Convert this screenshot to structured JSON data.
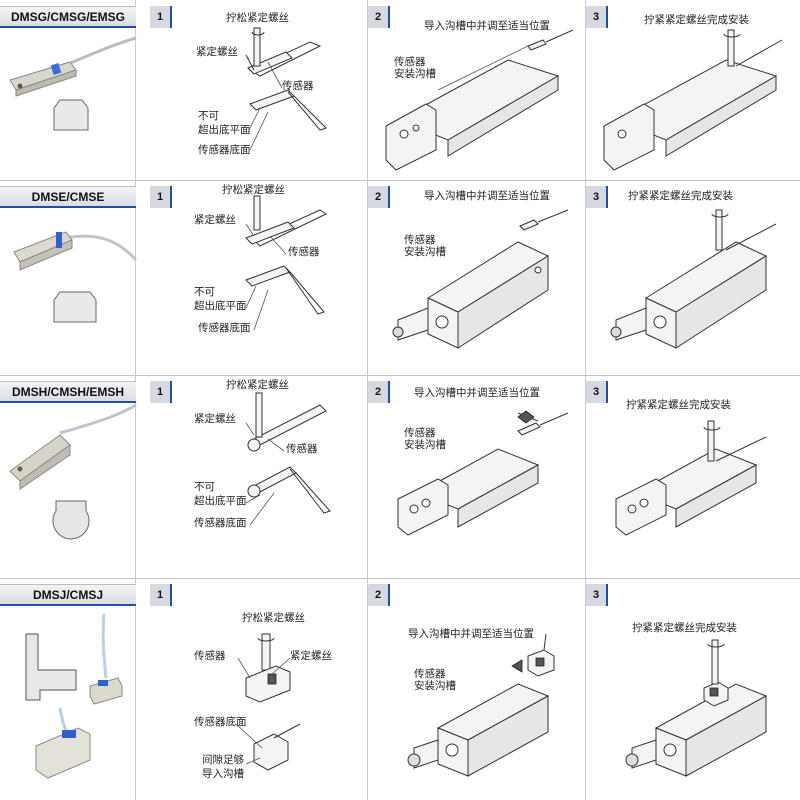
{
  "rows": [
    {
      "model": "DMSG/CMSG/EMSG",
      "steps": [
        "1",
        "2",
        "3"
      ],
      "s1": {
        "title": "拧松紧定螺丝",
        "screw": "紧定螺丝",
        "sensor": "传感器",
        "warn1": "不可",
        "warn2": "超出底平面",
        "bottom": "传感器底面"
      },
      "s2": {
        "title": "导入沟槽中并调至适当位置",
        "slot1": "传感器",
        "slot2": "安装沟槽"
      },
      "s3": {
        "title": "拧紧紧定螺丝完成安装"
      }
    },
    {
      "model": "DMSE/CMSE",
      "steps": [
        "1",
        "2",
        "3"
      ],
      "s1": {
        "title": "拧松紧定螺丝",
        "screw": "紧定螺丝",
        "sensor": "传感器",
        "warn1": "不可",
        "warn2": "超出底平面",
        "bottom": "传感器底面"
      },
      "s2": {
        "title": "导入沟槽中并调至适当位置",
        "slot1": "传感器",
        "slot2": "安装沟槽"
      },
      "s3": {
        "title": "拧紧紧定螺丝完成安装"
      }
    },
    {
      "model": "DMSH/CMSH/EMSH",
      "steps": [
        "1",
        "2",
        "3"
      ],
      "s1": {
        "title": "拧松紧定螺丝",
        "screw": "紧定螺丝",
        "sensor": "传感器",
        "warn1": "不可",
        "warn2": "超出底平面",
        "bottom": "传感器底面"
      },
      "s2": {
        "title": "导入沟槽中并调至适当位置",
        "slot1": "传感器",
        "slot2": "安装沟槽"
      },
      "s3": {
        "title": "拧紧紧定螺丝完成安装"
      }
    },
    {
      "model": "DMSJ/CMSJ",
      "steps": [
        "1",
        "2",
        "3"
      ],
      "s1": {
        "title": "拧松紧定螺丝",
        "sensor": "传感器",
        "screw": "紧定螺丝",
        "bottom": "传感器底面",
        "gap1": "间隙足够",
        "gap2": "导入沟槽"
      },
      "s2": {
        "title": "导入沟槽中并调至适当位置",
        "slot1": "传感器",
        "slot2": "安装沟槽"
      },
      "s3": {
        "title": "拧紧紧定螺丝完成安装"
      }
    }
  ],
  "colors": {
    "accent": "#1f4fa8",
    "header_bg": "#d9dde3",
    "line": "#333333",
    "sensor_blue": "#2f5fd0"
  }
}
